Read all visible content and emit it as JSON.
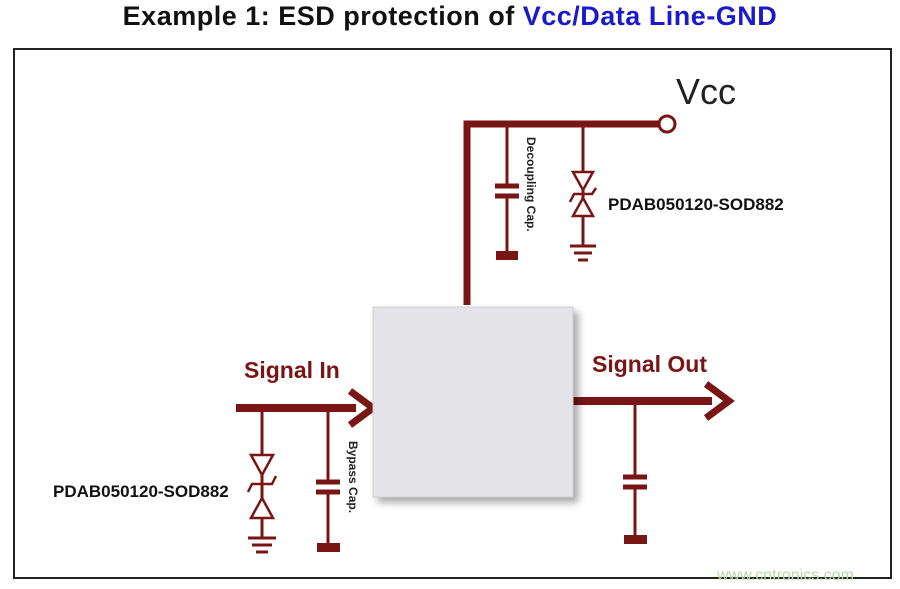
{
  "title": {
    "prefix": "Example 1: ESD protection of ",
    "highlight": "Vcc/Data Line-GND"
  },
  "labels": {
    "vcc": "Vcc",
    "signal_in": "Signal In",
    "signal_out": "Signal Out",
    "decoupling_cap": "Decoupling Cap.",
    "bypass_cap": "Bypass Cap.",
    "tvs_top": "PDAB050120-SOD882",
    "tvs_bottom": "PDAB050120-SOD882",
    "watermark": "www.cntronics.com"
  },
  "colors": {
    "wire": "#7a1515",
    "title_black": "#111111",
    "title_blue": "#1a1acc",
    "chip_fill": "#e4e4e8",
    "watermark": "#b9d7a9"
  }
}
